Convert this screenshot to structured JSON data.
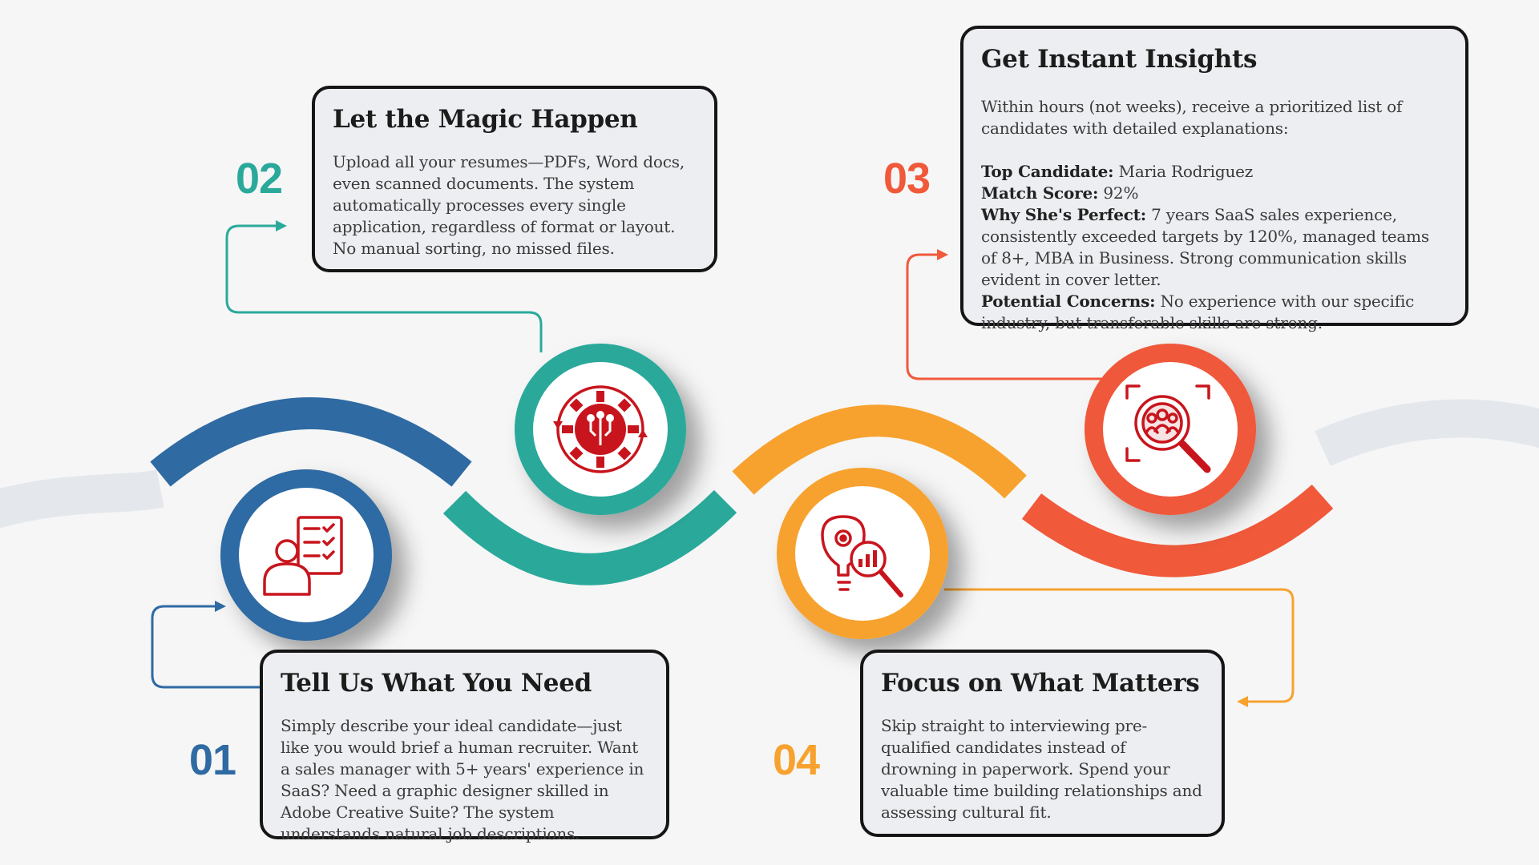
{
  "colors": {
    "step1": "#2f6aa3",
    "step2": "#2aa99b",
    "step3": "#f0593a",
    "step4": "#f7a22e",
    "icon": "#c8151d",
    "card_bg": "#eceef1",
    "card_border": "#151515"
  },
  "steps": [
    {
      "number": "01",
      "title": "Tell Us What You Need",
      "body": "Simply describe your ideal candidate—just like you would brief a human recruiter. Want a sales manager with 5+ years' experience in SaaS? Need a graphic designer skilled in Adobe Creative Suite? The system understands natural job descriptions.",
      "icon": "candidate-checklist-icon"
    },
    {
      "number": "02",
      "title": "Let the Magic Happen",
      "body": "Upload all your resumes—PDFs, Word docs, even scanned documents. The system automatically processes every single application, regardless of format or layout. No manual sorting, no missed files.",
      "icon": "gear-circuit-icon"
    },
    {
      "number": "03",
      "title": "Get Instant Insights",
      "intro": "Within hours (not weeks), receive a prioritized list of candidates with detailed explanations:",
      "fields": [
        {
          "label": "Top Candidate:",
          "value": "Maria Rodriguez"
        },
        {
          "label": "Match Score:",
          "value": "92%"
        },
        {
          "label": "Why She's Perfect:",
          "value": "7 years SaaS sales experience, consistently exceeded targets by 120%, managed teams of 8+, MBA in Business. Strong communication skills evident in cover letter."
        },
        {
          "label": "Potential Concerns:",
          "value": "No experience with our specific industry, but transferable skills are strong."
        }
      ],
      "icon": "people-search-icon"
    },
    {
      "number": "04",
      "title": "Focus on What Matters",
      "body": "Skip straight to interviewing pre-qualified candidates instead of drowning in paperwork. Spend your valuable time building relationships and assessing cultural fit.",
      "icon": "idea-analytics-icon"
    }
  ]
}
